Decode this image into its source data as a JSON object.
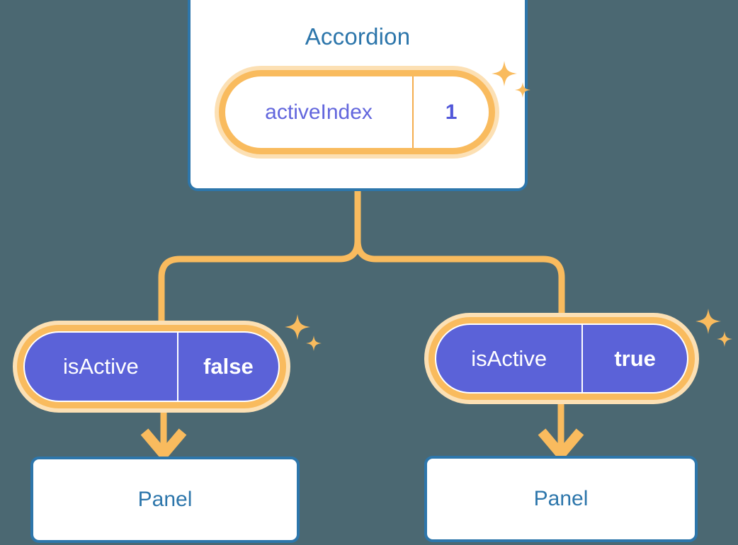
{
  "diagram": {
    "type": "component-state-tree",
    "background_color": "#4b6872",
    "accent_orange": "#f9bb5e",
    "accent_orange_glow": "#fce0b4",
    "accent_blue": "#2d76ab",
    "accent_purple": "#5b62d8",
    "root": {
      "title": "Accordion",
      "state_pill": {
        "key": "activeIndex",
        "value": "1"
      }
    },
    "children": [
      {
        "prop_pill": {
          "key": "isActive",
          "value": "false"
        },
        "node_label": "Panel"
      },
      {
        "prop_pill": {
          "key": "isActive",
          "value": "true"
        },
        "node_label": "Panel"
      }
    ],
    "icons": {
      "sparkle": "sparkle-icon",
      "arrow": "arrow-down-icon"
    }
  }
}
